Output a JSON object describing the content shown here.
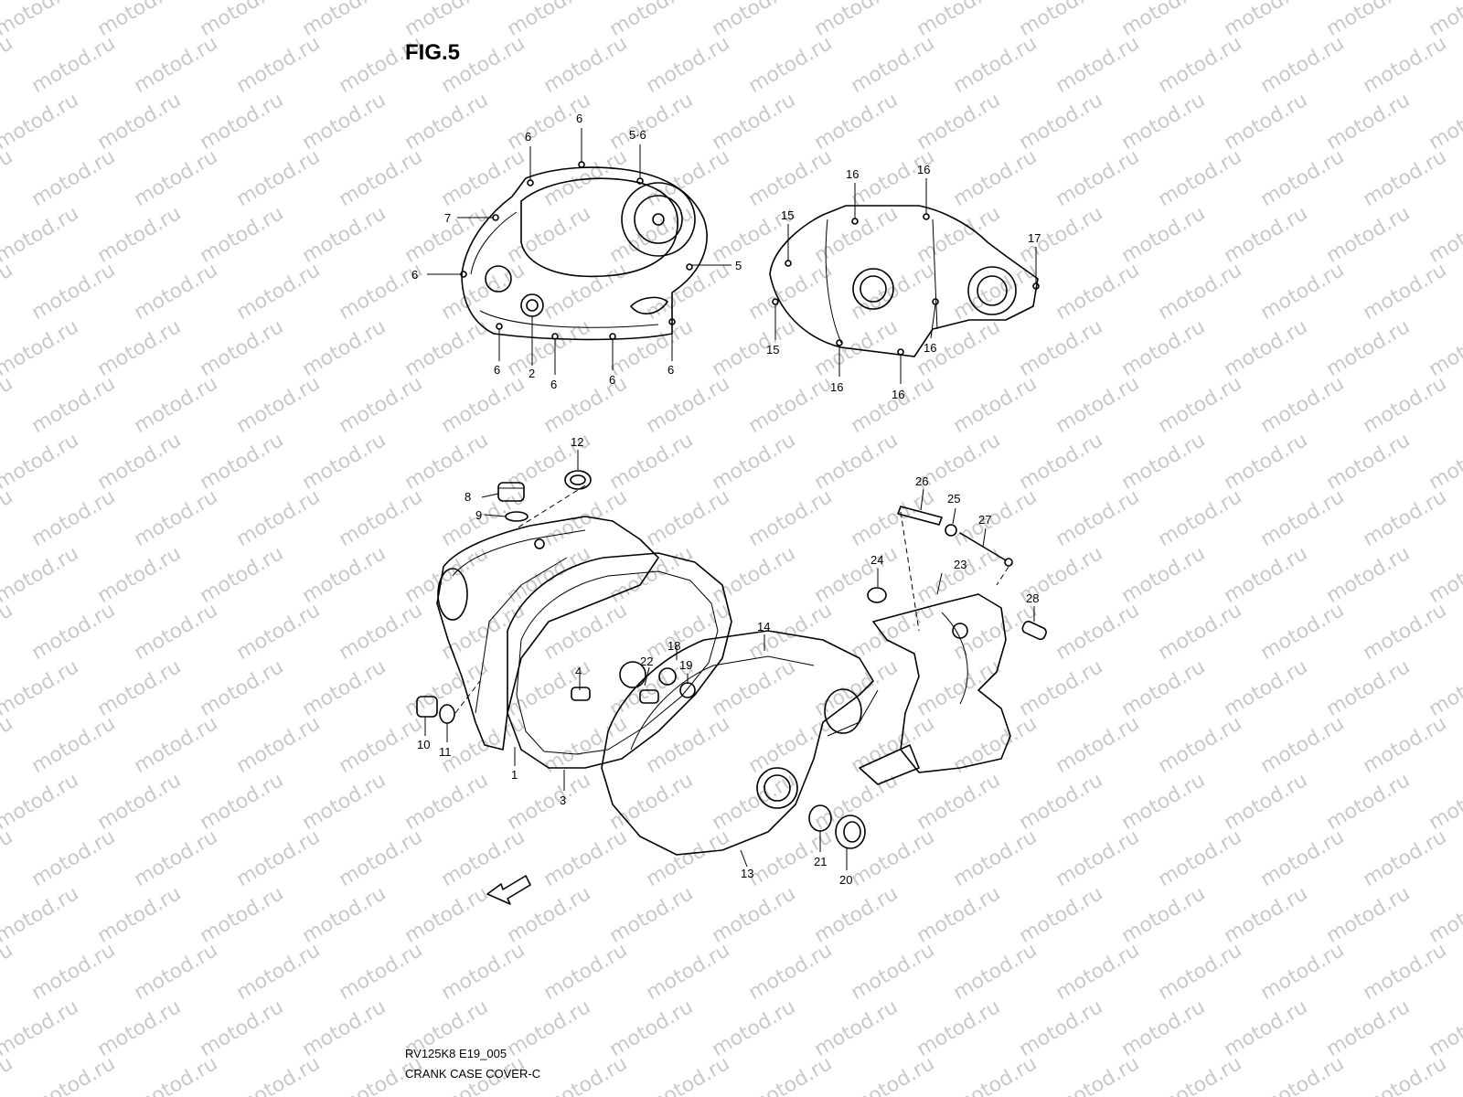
{
  "figure": {
    "title": "FIG.5",
    "code": "RV125K8 E19_005",
    "caption": "CRANK CASE COVER-C"
  },
  "watermark": "motod.ru",
  "direction_marker": "FWD",
  "callouts": {
    "c6a": "6",
    "c6b": "6",
    "c56": "5·6",
    "c7": "7",
    "c6c": "6",
    "c5": "5",
    "c6d": "6",
    "c2": "2",
    "c6e": "6",
    "c6f": "6",
    "c6g": "6",
    "c15a": "15",
    "c16a": "16",
    "c16b": "16",
    "c17": "17",
    "c15b": "15",
    "c16c": "16",
    "c16d": "16",
    "c16e": "16",
    "c12": "12",
    "c8": "8",
    "c9": "9",
    "c26": "26",
    "c25": "25",
    "c27": "27",
    "c24": "24",
    "c23": "23",
    "c28": "28",
    "c14": "14",
    "c18": "18",
    "c22": "22",
    "c19": "19",
    "c4": "4",
    "c10": "10",
    "c11": "11",
    "c1": "1",
    "c3": "3",
    "c13": "13",
    "c21": "21",
    "c20": "20"
  }
}
